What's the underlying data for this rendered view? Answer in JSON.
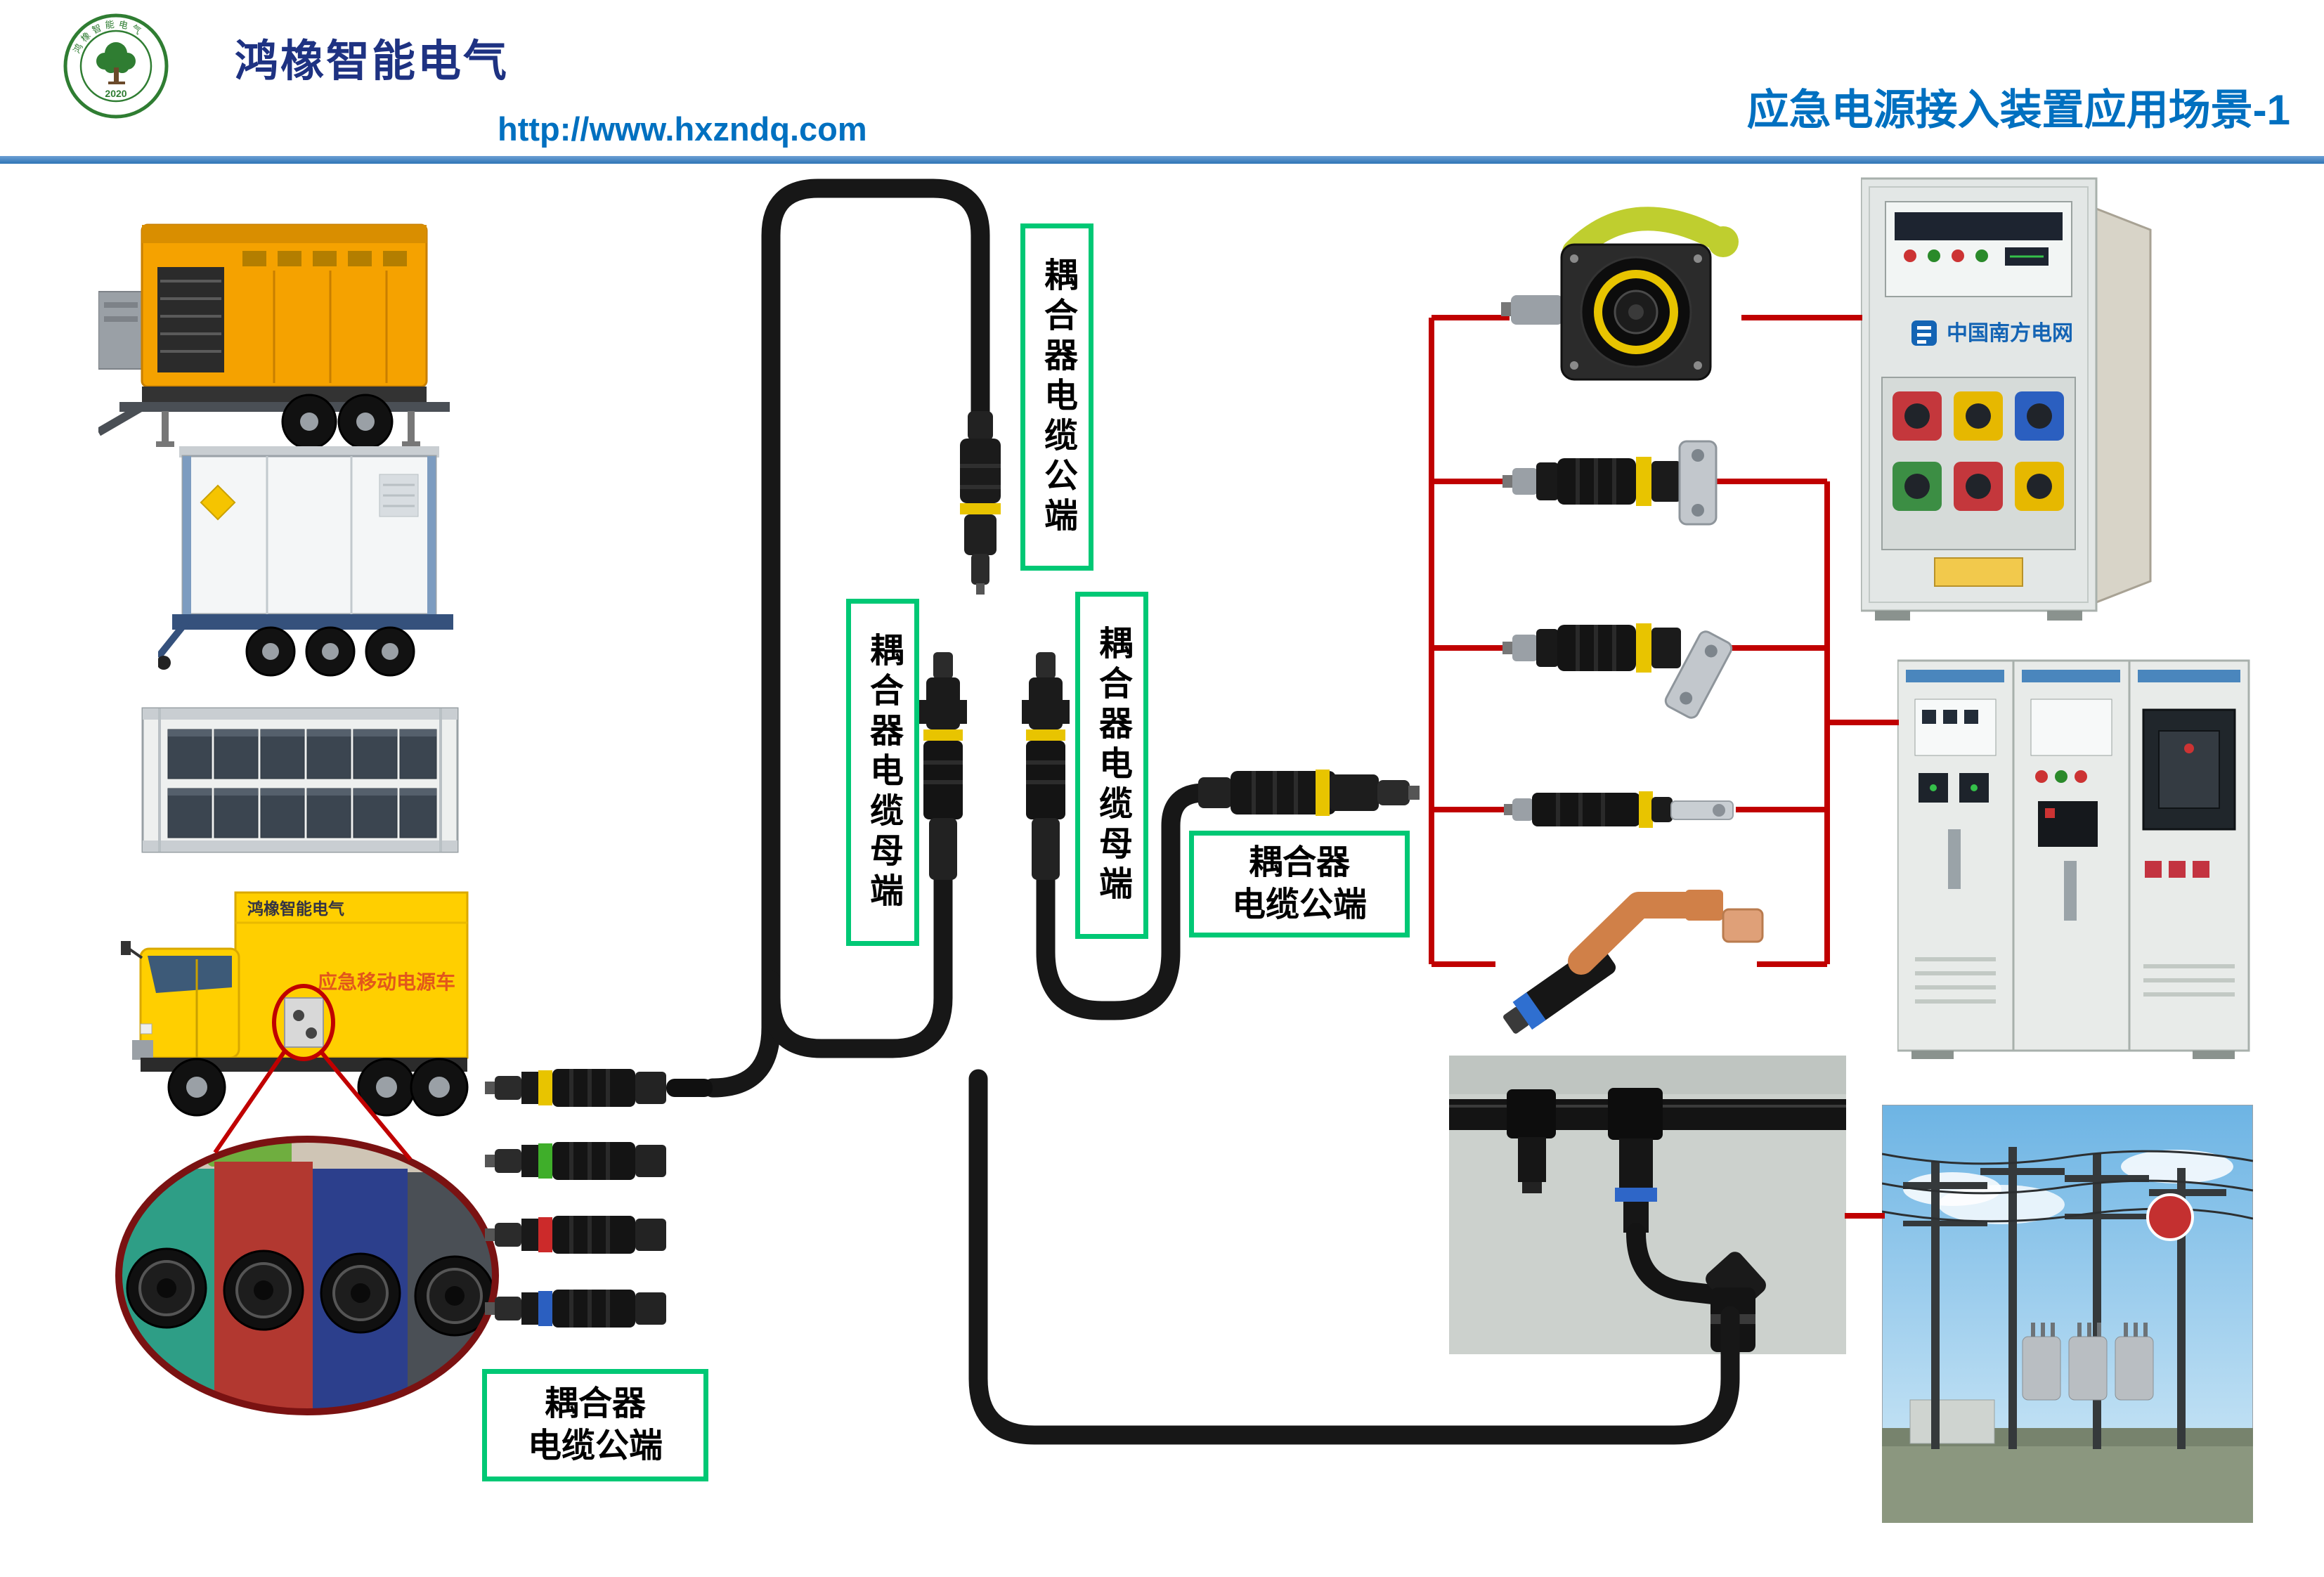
{
  "header": {
    "company_name": "鸿橡智能电气",
    "website": "http://www.hxzndq.com",
    "page_title": "应急电源接入装置应用场景-1",
    "logo": {
      "ring_text": "鸿橡智能电气",
      "year": "2020"
    }
  },
  "labels": {
    "male_top": "耦合器电缆公端",
    "female_left": "耦合器电缆母端",
    "female_right": "耦合器电缆母端",
    "male_mid": {
      "line1": "耦合器",
      "line2": "电缆公端"
    },
    "male_bottom": {
      "line1": "耦合器",
      "line2": "电缆公端"
    }
  },
  "equipment": {
    "truck_brand": "鸿橡智能电气",
    "truck_side_text": "应急移动电源车",
    "cabinet_brand": "中国南方电网"
  },
  "colors": {
    "title_blue": "#0070C0",
    "company_navy": "#1E3282",
    "divider_blue": "#2E75B6",
    "label_border_green": "#00C875",
    "connection_red": "#C00000",
    "cable_black": "#171717",
    "cabinet_brand_blue": "#1464B4"
  }
}
